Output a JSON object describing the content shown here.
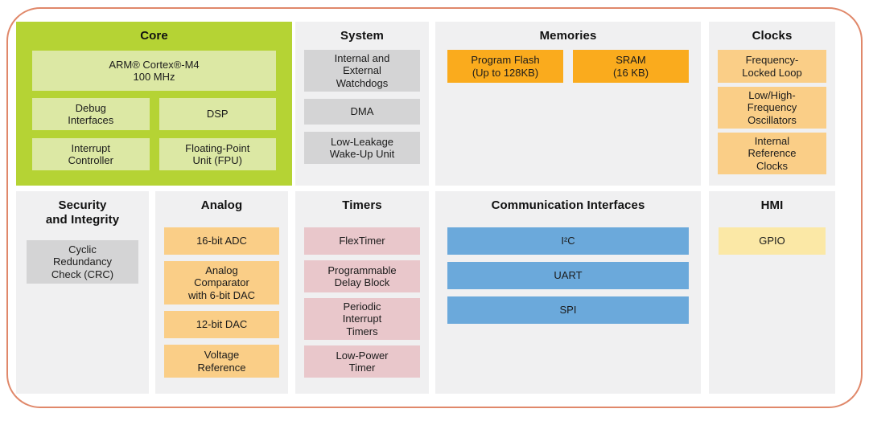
{
  "colors": {
    "frame_border": "#E0886A",
    "panel_bg": "#F0F0F1",
    "core_bg": "#B5D334",
    "core_block": "#DCE8A4",
    "gray_block": "#D4D4D5",
    "orange_block": "#FAAB1D",
    "light_orange_block": "#FACE87",
    "pink_block": "#E9C7CB",
    "blue_block": "#6BA9DB",
    "yellow_block": "#FBE8A6"
  },
  "panels": {
    "core": {
      "title": "Core",
      "cpu": "ARM® Cortex®-M4\n100 MHz",
      "blocks": [
        "Debug\nInterfaces",
        "DSP",
        "Interrupt\nController",
        "Floating-Point\nUnit (FPU)"
      ]
    },
    "system": {
      "title": "System",
      "blocks": [
        "Internal and\nExternal\nWatchdogs",
        "DMA",
        "Low-Leakage\nWake-Up Unit"
      ]
    },
    "memories": {
      "title": "Memories",
      "blocks": [
        "Program Flash\n(Up to 128KB)",
        "SRAM\n(16 KB)"
      ]
    },
    "clocks": {
      "title": "Clocks",
      "blocks": [
        "Frequency-\nLocked Loop",
        "Low/High-\nFrequency\nOscillators",
        "Internal\nReference\nClocks"
      ]
    },
    "security": {
      "title": "Security\nand Integrity",
      "blocks": [
        "Cyclic\nRedundancy\nCheck (CRC)"
      ]
    },
    "analog": {
      "title": "Analog",
      "blocks": [
        "16-bit ADC",
        "Analog\nComparator\nwith 6-bit DAC",
        "12-bit DAC",
        "Voltage\nReference"
      ]
    },
    "timers": {
      "title": "Timers",
      "blocks": [
        "FlexTimer",
        "Programmable\nDelay Block",
        "Periodic\nInterrupt\nTimers",
        "Low-Power\nTimer"
      ]
    },
    "comm": {
      "title": "Communication Interfaces",
      "blocks": [
        "I²C",
        "UART",
        "SPI"
      ]
    },
    "hmi": {
      "title": "HMI",
      "blocks": [
        "GPIO"
      ]
    }
  }
}
